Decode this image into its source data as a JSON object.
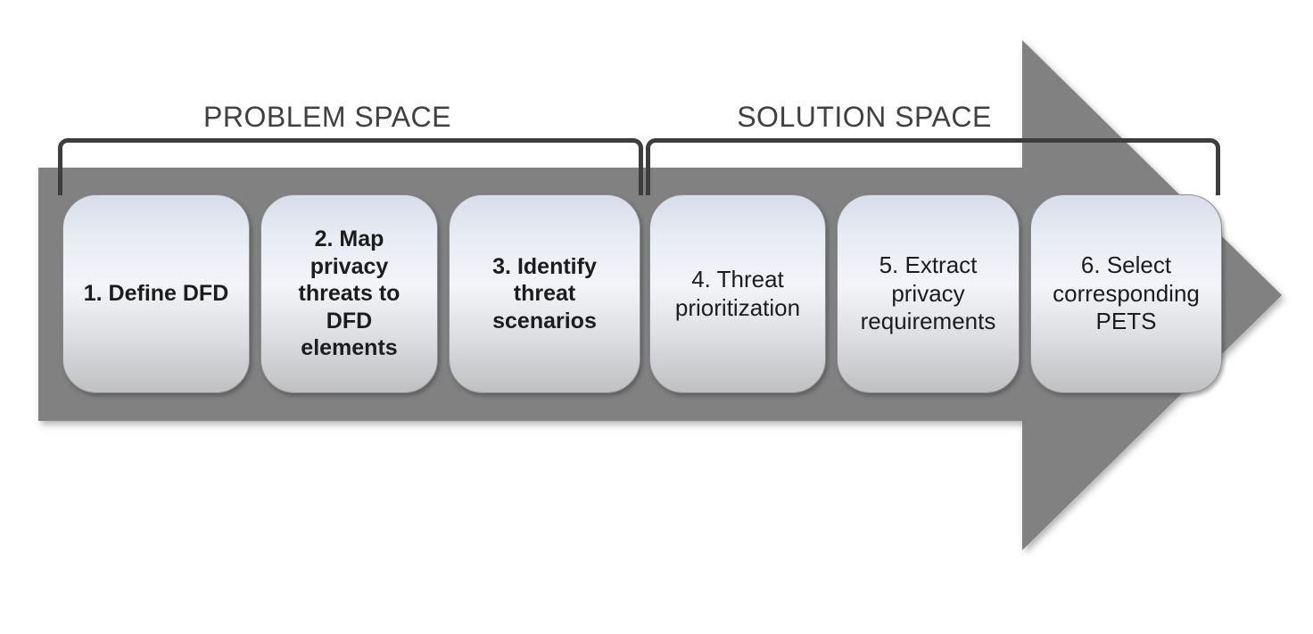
{
  "diagram": {
    "type": "process-flow",
    "phases": [
      {
        "id": "problem",
        "label": "PROBLEM SPACE",
        "step_numbers": [
          1,
          2,
          3
        ]
      },
      {
        "id": "solution",
        "label": "SOLUTION SPACE",
        "step_numbers": [
          4,
          5,
          6
        ]
      }
    ],
    "steps": [
      {
        "number": 1,
        "phase": "problem",
        "label": "1. Define DFD"
      },
      {
        "number": 2,
        "phase": "problem",
        "label": "2. Map\nprivacy\nthreats to\nDFD\nelements"
      },
      {
        "number": 3,
        "phase": "problem",
        "label": "3. Identify\nthreat\nscenarios"
      },
      {
        "number": 4,
        "phase": "solution",
        "label": "4. Threat\nprioritization"
      },
      {
        "number": 5,
        "phase": "solution",
        "label": "5. Extract\nprivacy\nrequirements"
      },
      {
        "number": 6,
        "phase": "solution",
        "label": "6. Select\ncorresponding\nPETS"
      }
    ],
    "colors": {
      "arrow": "#818181",
      "bracket": "#3d3d3d",
      "phase-label": "#404040",
      "step-text": "#1c1c1c",
      "box-top": "#d8ddeb",
      "box-mid": "#f3f4f8",
      "box-bottom": "#bfc0c2",
      "box-border": "#8f8f93"
    }
  }
}
